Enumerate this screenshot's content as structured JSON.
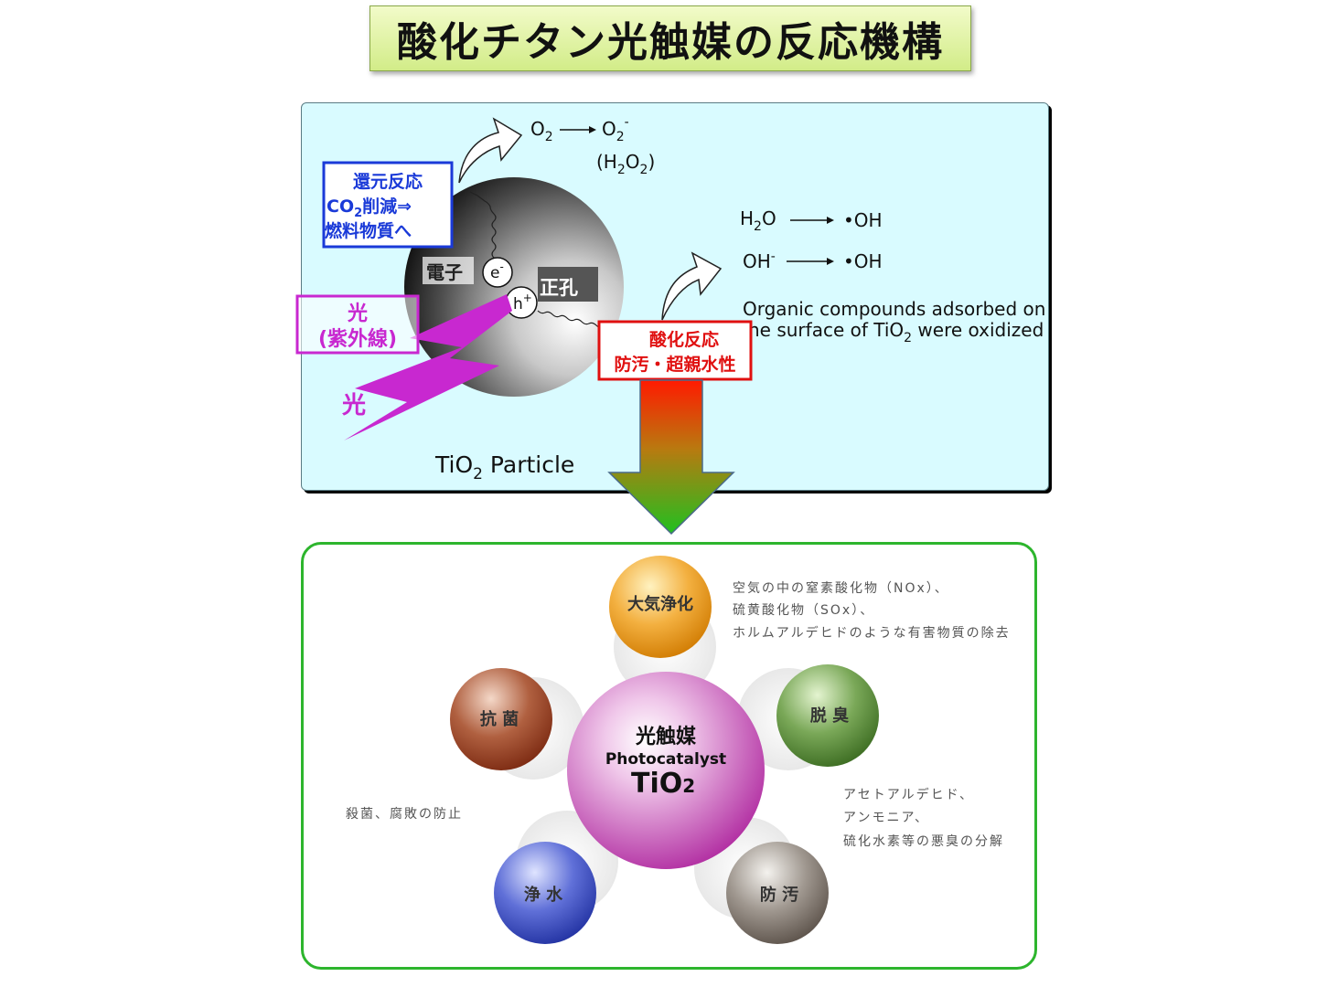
{
  "title": "酸化チタン光触媒の反応機構",
  "top": {
    "o2_left": "O",
    "o2_left_sub": "2",
    "o2_right": "O",
    "o2_right_sub": "2",
    "o2_right_sup": "-",
    "h2o2_open": "(H",
    "h2o2_sub1": "2",
    "h2o2_mid": "O",
    "h2o2_sub2": "2",
    "h2o2_close": ")",
    "h2o_h": "H",
    "h2o_sub": "2",
    "h2o_o": "O",
    "oh_radical_1": "•OH",
    "oh_ion": "OH",
    "oh_ion_sup": "-",
    "oh_radical_2": "•OH",
    "organic_line1": "Organic compounds adsorbed on",
    "organic_line2_a": "he surface of TiO",
    "organic_line2_sub": "2",
    "organic_line2_b": " were oxidized",
    "reduction_box": {
      "line1": "還元反応",
      "line2_a": "CO",
      "line2_sub": "2",
      "line2_b": "削減⇒",
      "line3": "燃料物質へ"
    },
    "electron_label": "電子",
    "electron_symbol": "e",
    "electron_sup": "-",
    "hole_symbol": "h",
    "hole_sup": "+",
    "hole_label": "正孔",
    "light_box": {
      "line1": "光",
      "line2": "(紫外線)"
    },
    "light_label": "光",
    "oxidation_box": {
      "line1": "酸化反応",
      "line2": "防汚・超親水性"
    },
    "particle_a": "TiO",
    "particle_sub": "2",
    "particle_b": " Particle"
  },
  "bottom": {
    "center": {
      "line1": "光触媒",
      "line2": "Photocatalyst",
      "line3_a": "TiO",
      "line3_sub": "2"
    },
    "balls": {
      "air": "大気浄化",
      "deodorize": "脱 臭",
      "antibacterial": "抗 菌",
      "water": "浄 水",
      "antifouling": "防 汚"
    },
    "desc_air": [
      "空気の中の窒素酸化物（NOx）、",
      "硫黄酸化物（SOx）、",
      "ホルムアルデヒドのような有害物質の除去"
    ],
    "desc_deodorize": [
      "アセトアルデヒド、",
      "アンモニア、",
      "硫化水素等の悪臭の分解"
    ],
    "desc_antibacterial": "殺菌、腐敗の防止"
  },
  "colors": {
    "title_bg": "#d2ec88",
    "top_panel_bg": "#d9fbff",
    "bottom_border": "#2db52d",
    "reduction_blue": "#1a3ad8",
    "oxidation_red": "#e01010",
    "light_magenta": "#c828d0",
    "ball_air": "#f0a020",
    "ball_deodorize": "#5a9a3a",
    "ball_antibacterial": "#9a3a20",
    "ball_water": "#3a50c0",
    "ball_antifouling": "#7a7068",
    "ball_center": "#c848b8"
  }
}
